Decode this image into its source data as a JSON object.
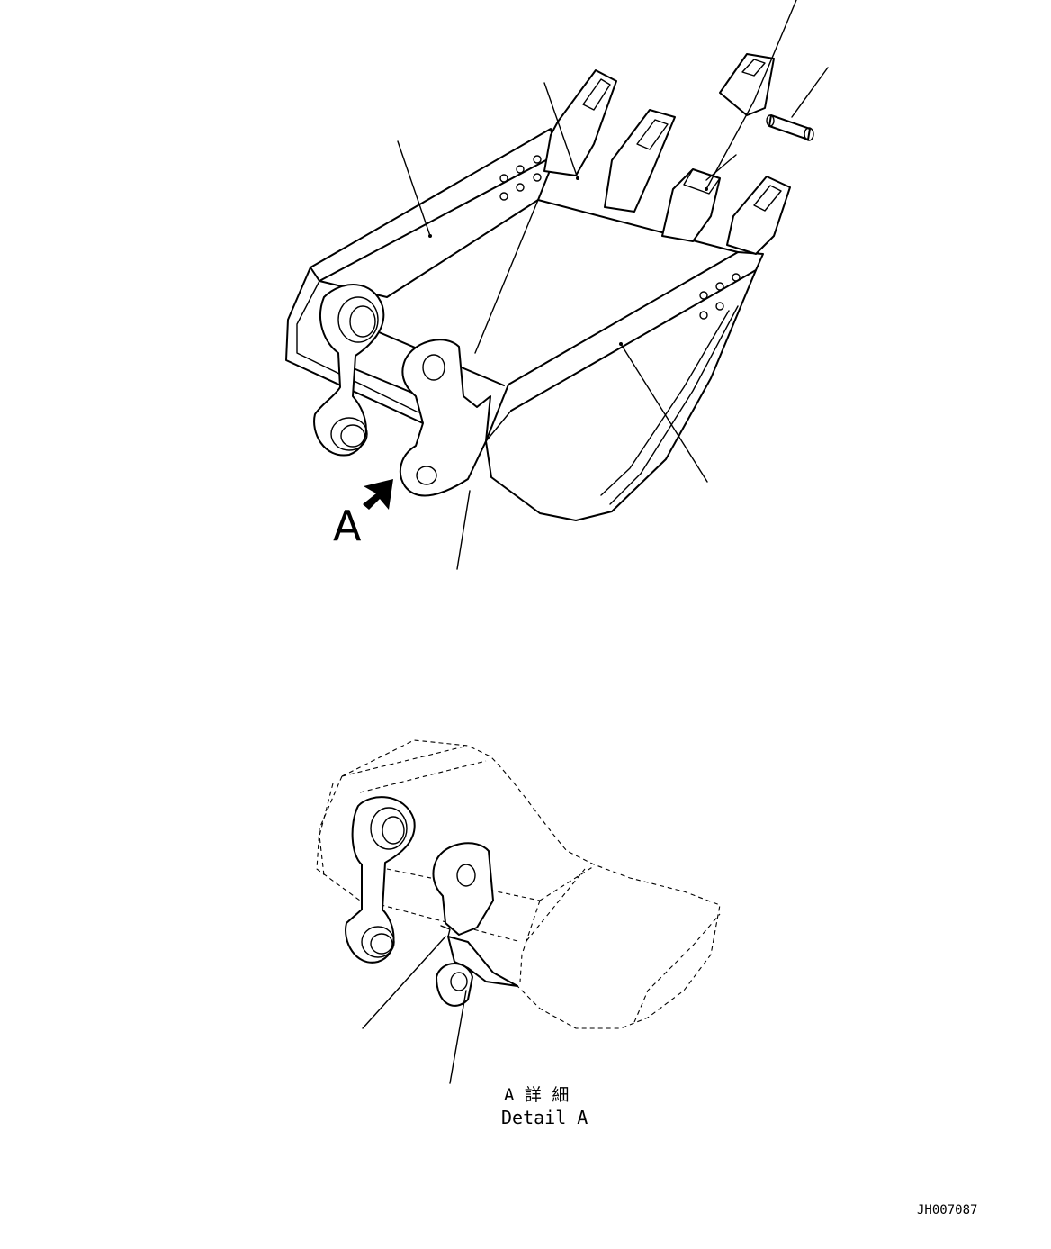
{
  "view_marker": "A",
  "detail_title_jp": "A 詳 細",
  "detail_title_en": "Detail A",
  "drawing_code": "JH007087",
  "icons": [
    "bucket-main-view",
    "bucket-detail-view",
    "view-direction-arrow-icon"
  ]
}
